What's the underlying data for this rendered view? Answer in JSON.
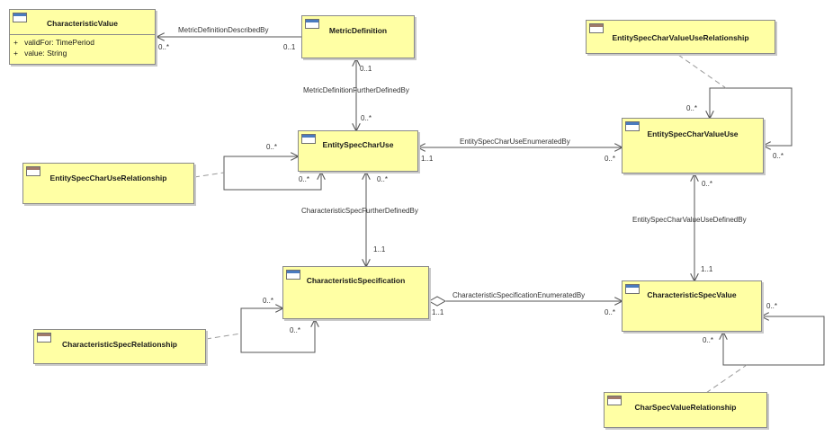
{
  "classes": {
    "characteristic_value": {
      "name": "CharacteristicValue",
      "attributes": [
        {
          "visibility": "+",
          "text": "validFor: TimePeriod"
        },
        {
          "visibility": "+",
          "text": "value: String"
        }
      ]
    },
    "metric_definition": {
      "name": "MetricDefinition"
    },
    "entity_spec_char_use": {
      "name": "EntitySpecCharUse"
    },
    "entity_spec_char_value_use": {
      "name": "EntitySpecCharValueUse"
    },
    "characteristic_specification": {
      "name": "CharacteristicSpecification"
    },
    "characteristic_spec_value": {
      "name": "CharacteristicSpecValue"
    },
    "entity_spec_char_value_use_relationship": {
      "name": "EntitySpecCharValueUseRelationship"
    },
    "entity_spec_char_use_relationship": {
      "name": "EntitySpecCharUseRelationship"
    },
    "characteristic_spec_relationship": {
      "name": "CharacteristicSpecRelationship"
    },
    "char_spec_value_relationship": {
      "name": "CharSpecValueRelationship"
    }
  },
  "associations": {
    "metric_definition_described_by": {
      "name": "MetricDefinitionDescribedBy",
      "mult_a": "0..*",
      "mult_b": "0..1"
    },
    "metric_definition_further_defined_by": {
      "name": "MetricDefinitionFurtherDefinedBy",
      "mult_a": "0..1",
      "mult_b": "0..*"
    },
    "entity_spec_char_use_enumerated_by": {
      "name": "EntitySpecCharUseEnumeratedBy",
      "mult_a": "1..1",
      "mult_b": "0..*"
    },
    "characteristic_spec_further_defined_by": {
      "name": "CharacteristicSpecFurtherDefinedBy",
      "mult_a": "0..*",
      "mult_b": "1..1"
    },
    "entity_spec_char_value_use_defined_by": {
      "name": "EntitySpecCharValueUseDefinedBy",
      "mult_a": "0..*",
      "mult_b": "1..1"
    },
    "characteristic_specification_enumerated_by": {
      "name": "CharacteristicSpecificationEnumeratedBy",
      "mult_a": "1..1",
      "mult_b": "0..*"
    },
    "self_entity_spec_char_use": {
      "mult_a": "0..*",
      "mult_b": "0..*"
    },
    "self_entity_spec_char_value_use": {
      "mult_a": "0..*",
      "mult_b": "0..*"
    },
    "self_characteristic_specification": {
      "mult_a": "0..*",
      "mult_b": "0..*"
    },
    "self_characteristic_spec_value": {
      "mult_a": "0..*",
      "mult_b": "0..*"
    }
  },
  "colors": {
    "class_fill": "#ffffa4",
    "class_border": "#8a8a8a",
    "line": "#555555",
    "dashed_line": "#999999"
  }
}
